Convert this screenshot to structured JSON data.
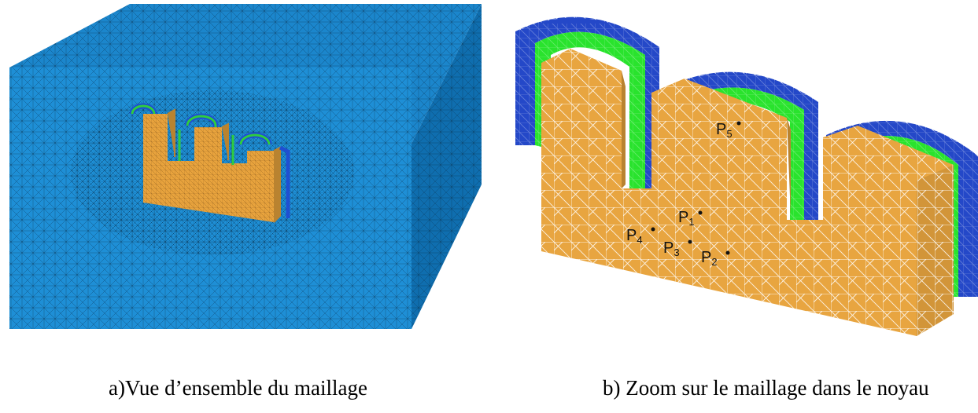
{
  "panel_a": {
    "caption": "a)Vue d’ensemble du maillage",
    "colors": {
      "box_front": "#1e8fd6",
      "box_top": "#1b86cc",
      "box_side": "#0f6eaf",
      "core": "#e8a33d",
      "green": "#2ecc40",
      "blue": "#1f4fd1",
      "mesh": "#0a2a44"
    }
  },
  "panel_b": {
    "caption": "b) Zoom sur le maillage dans le noyau",
    "colors": {
      "core": "#e8a540",
      "core_side": "#b98330",
      "green": "#29e32d",
      "blue": "#2448c8",
      "mesh": "#ffffff"
    },
    "points": [
      {
        "label": "P",
        "sub": "1"
      },
      {
        "label": "P",
        "sub": "2"
      },
      {
        "label": "P",
        "sub": "3"
      },
      {
        "label": "P",
        "sub": "4"
      },
      {
        "label": "P",
        "sub": "5"
      }
    ]
  }
}
